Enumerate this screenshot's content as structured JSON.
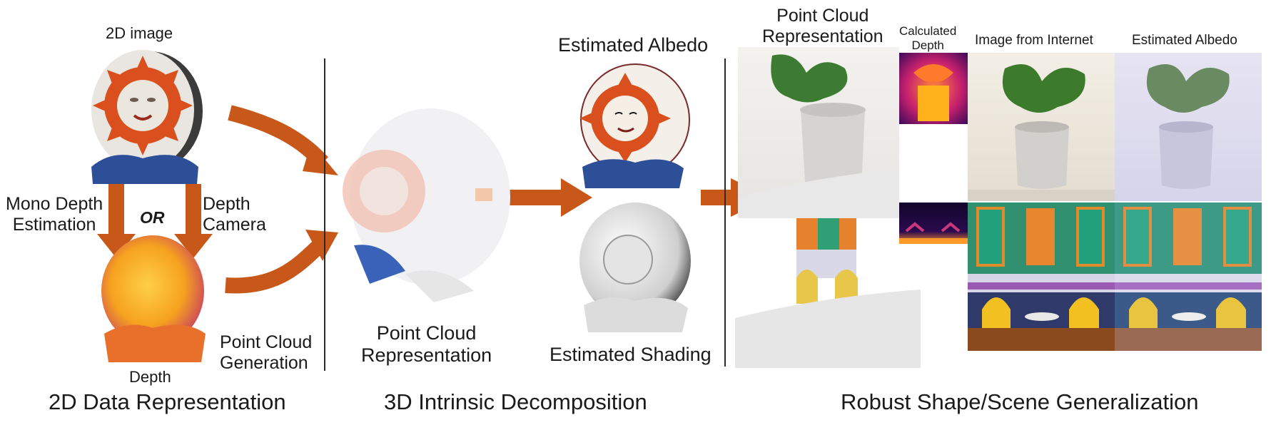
{
  "labels": {
    "image_2d": "2D image",
    "mono_depth": "Mono Depth\nEstimation",
    "or": "OR",
    "depth_camera": "Depth\nCamera",
    "depth": "Depth",
    "point_cloud_generation": "Point Cloud\nGeneration",
    "point_cloud_representation_mid": "Point Cloud\nRepresentation",
    "estimated_albedo_mid": "Estimated Albedo",
    "estimated_shading": "Estimated Shading",
    "point_cloud_representation_right": "Point Cloud\nRepresentation",
    "calculated_depth": "Calculated\nDepth",
    "image_from_internet": "Image from Internet",
    "estimated_albedo_right": "Estimated Albedo"
  },
  "sections": {
    "left": "2D Data Representation",
    "middle": "3D Intrinsic Decomposition",
    "right": "Robust Shape/Scene Generalization"
  },
  "colors": {
    "arrow": "#c8581a",
    "sun_orange": "#d9501e",
    "base_blue": "#2c4f98",
    "depth_warm": "#f6a21f",
    "depth_magenta": "#c1306d"
  }
}
